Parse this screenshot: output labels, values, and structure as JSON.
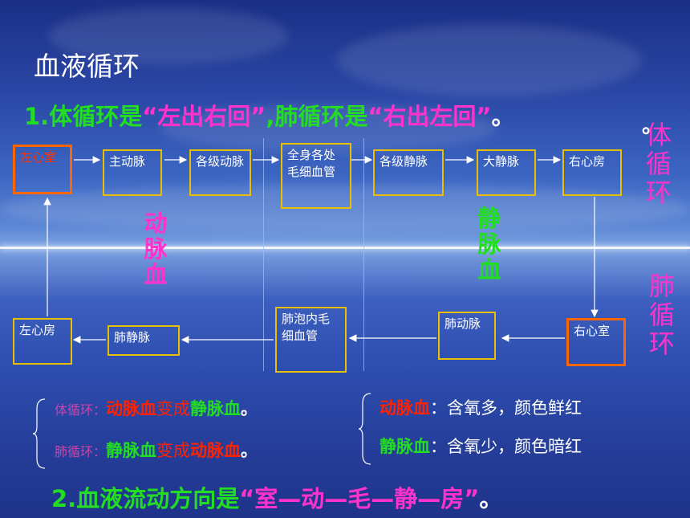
{
  "title": "血液循环",
  "line1": {
    "prefix": "1.体循环是",
    "q1": "“左出右回”",
    "mid": ",肺循环是",
    "q2": "“右出左回”",
    "end": "。"
  },
  "boxes": {
    "lv": "左心室",
    "aorta": "主动脉",
    "arteries": "各级动脉",
    "capillaries": "全身各处毛细血管",
    "veins": "各级静脉",
    "vena_cava": "大静脉",
    "ra": "右心房",
    "la": "左心房",
    "pulm_vein": "肺静脉",
    "alveolar_cap": "肺泡内毛细血管",
    "pulm_artery": "肺动脉",
    "rv": "右心室"
  },
  "labels": {
    "arterial_blood": "动脉血",
    "venous_blood": "静脉血",
    "systemic": "体循环",
    "pulmonary": "肺循环"
  },
  "summary_left": [
    {
      "name": "体循环：",
      "a": "动脉血",
      "verb": "变成",
      "b": "静脉血",
      "end": "。"
    },
    {
      "name": "肺循环：",
      "a": "静脉血",
      "verb": "变成",
      "b": "动脉血",
      "end": "。"
    }
  ],
  "summary_right": [
    {
      "name": "动脉血",
      "desc": "：含氧多，颜色鲜红"
    },
    {
      "name": "静脉血",
      "desc": "：含氧少，颜色暗红"
    }
  ],
  "line2": {
    "prefix": "2.血液流动方向是",
    "q": "“室—动—毛—静—房”",
    "end": "。"
  },
  "colors": {
    "box_border": "#e8c000",
    "highlight_border": "#ff6600",
    "green": "#22dd22",
    "magenta": "#ff33cc",
    "red": "#ff2200"
  }
}
